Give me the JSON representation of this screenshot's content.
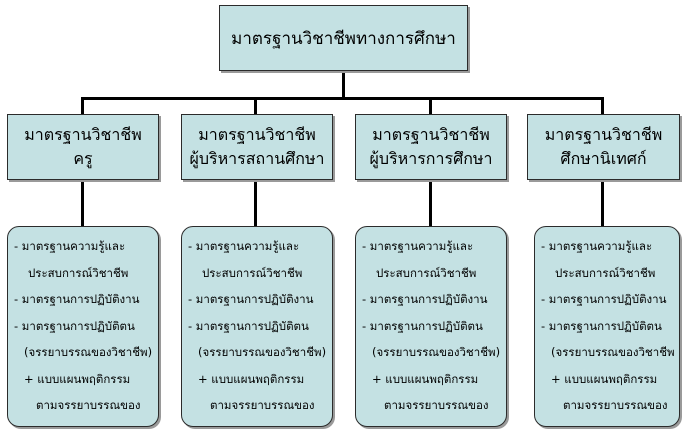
{
  "colors": {
    "box_fill": "#c4e1e3",
    "line": "#000000"
  },
  "root": {
    "label": "มาตรฐานวิชาชีพทางการศึกษา"
  },
  "categories": [
    {
      "label_lines": [
        "มาตรฐานวิชาชีพ",
        "ครู"
      ],
      "details": [
        "- มาตรฐานความรู้และ",
        "ประสบการณ์วิชาชีพ",
        "- มาตรฐานการปฏิบัติงาน",
        "- มาตรฐานการปฏิบัติตน",
        "(จรรยาบรรณของวิชาชีพ)",
        "+ แบบแผนพฤติกรรม",
        "ตามจรรยาบรรณของ"
      ]
    },
    {
      "label_lines": [
        "มาตรฐานวิชาชีพ",
        "ผู้บริหารสถานศึกษา"
      ],
      "details": [
        "- มาตรฐานความรู้และ",
        "ประสบการณ์วิชาชีพ",
        "- มาตรฐานการปฏิบัติงาน",
        "- มาตรฐานการปฏิบัติตน",
        "(จรรยาบรรณของวิชาชีพ)",
        "+ แบบแผนพฤติกรรม",
        "ตามจรรยาบรรณของ"
      ]
    },
    {
      "label_lines": [
        "มาตรฐานวิชาชีพ",
        "ผู้บริหารการศึกษา"
      ],
      "details": [
        "- มาตรฐานความรู้และ",
        "ประสบการณ์วิชาชีพ",
        "- มาตรฐานการปฏิบัติงาน",
        "- มาตรฐานการปฏิบัติตน",
        "(จรรยาบรรณของวิชาชีพ)",
        "+ แบบแผนพฤติกรรม",
        "ตามจรรยาบรรณของ"
      ]
    },
    {
      "label_lines": [
        "มาตรฐานวิชาชีพ",
        "ศึกษานิเทศก์"
      ],
      "details": [
        "- มาตรฐานความรู้และ",
        "ประสบการณ์วิชาชีพ",
        "- มาตรฐานการปฏิบัติงาน",
        "- มาตรฐานการปฏิบัติตน",
        "(จรรยาบรรณของวิชาชีพ)",
        "+ แบบแผนพฤติกรรม",
        "ตามจรรยาบรรณของ"
      ]
    }
  ]
}
